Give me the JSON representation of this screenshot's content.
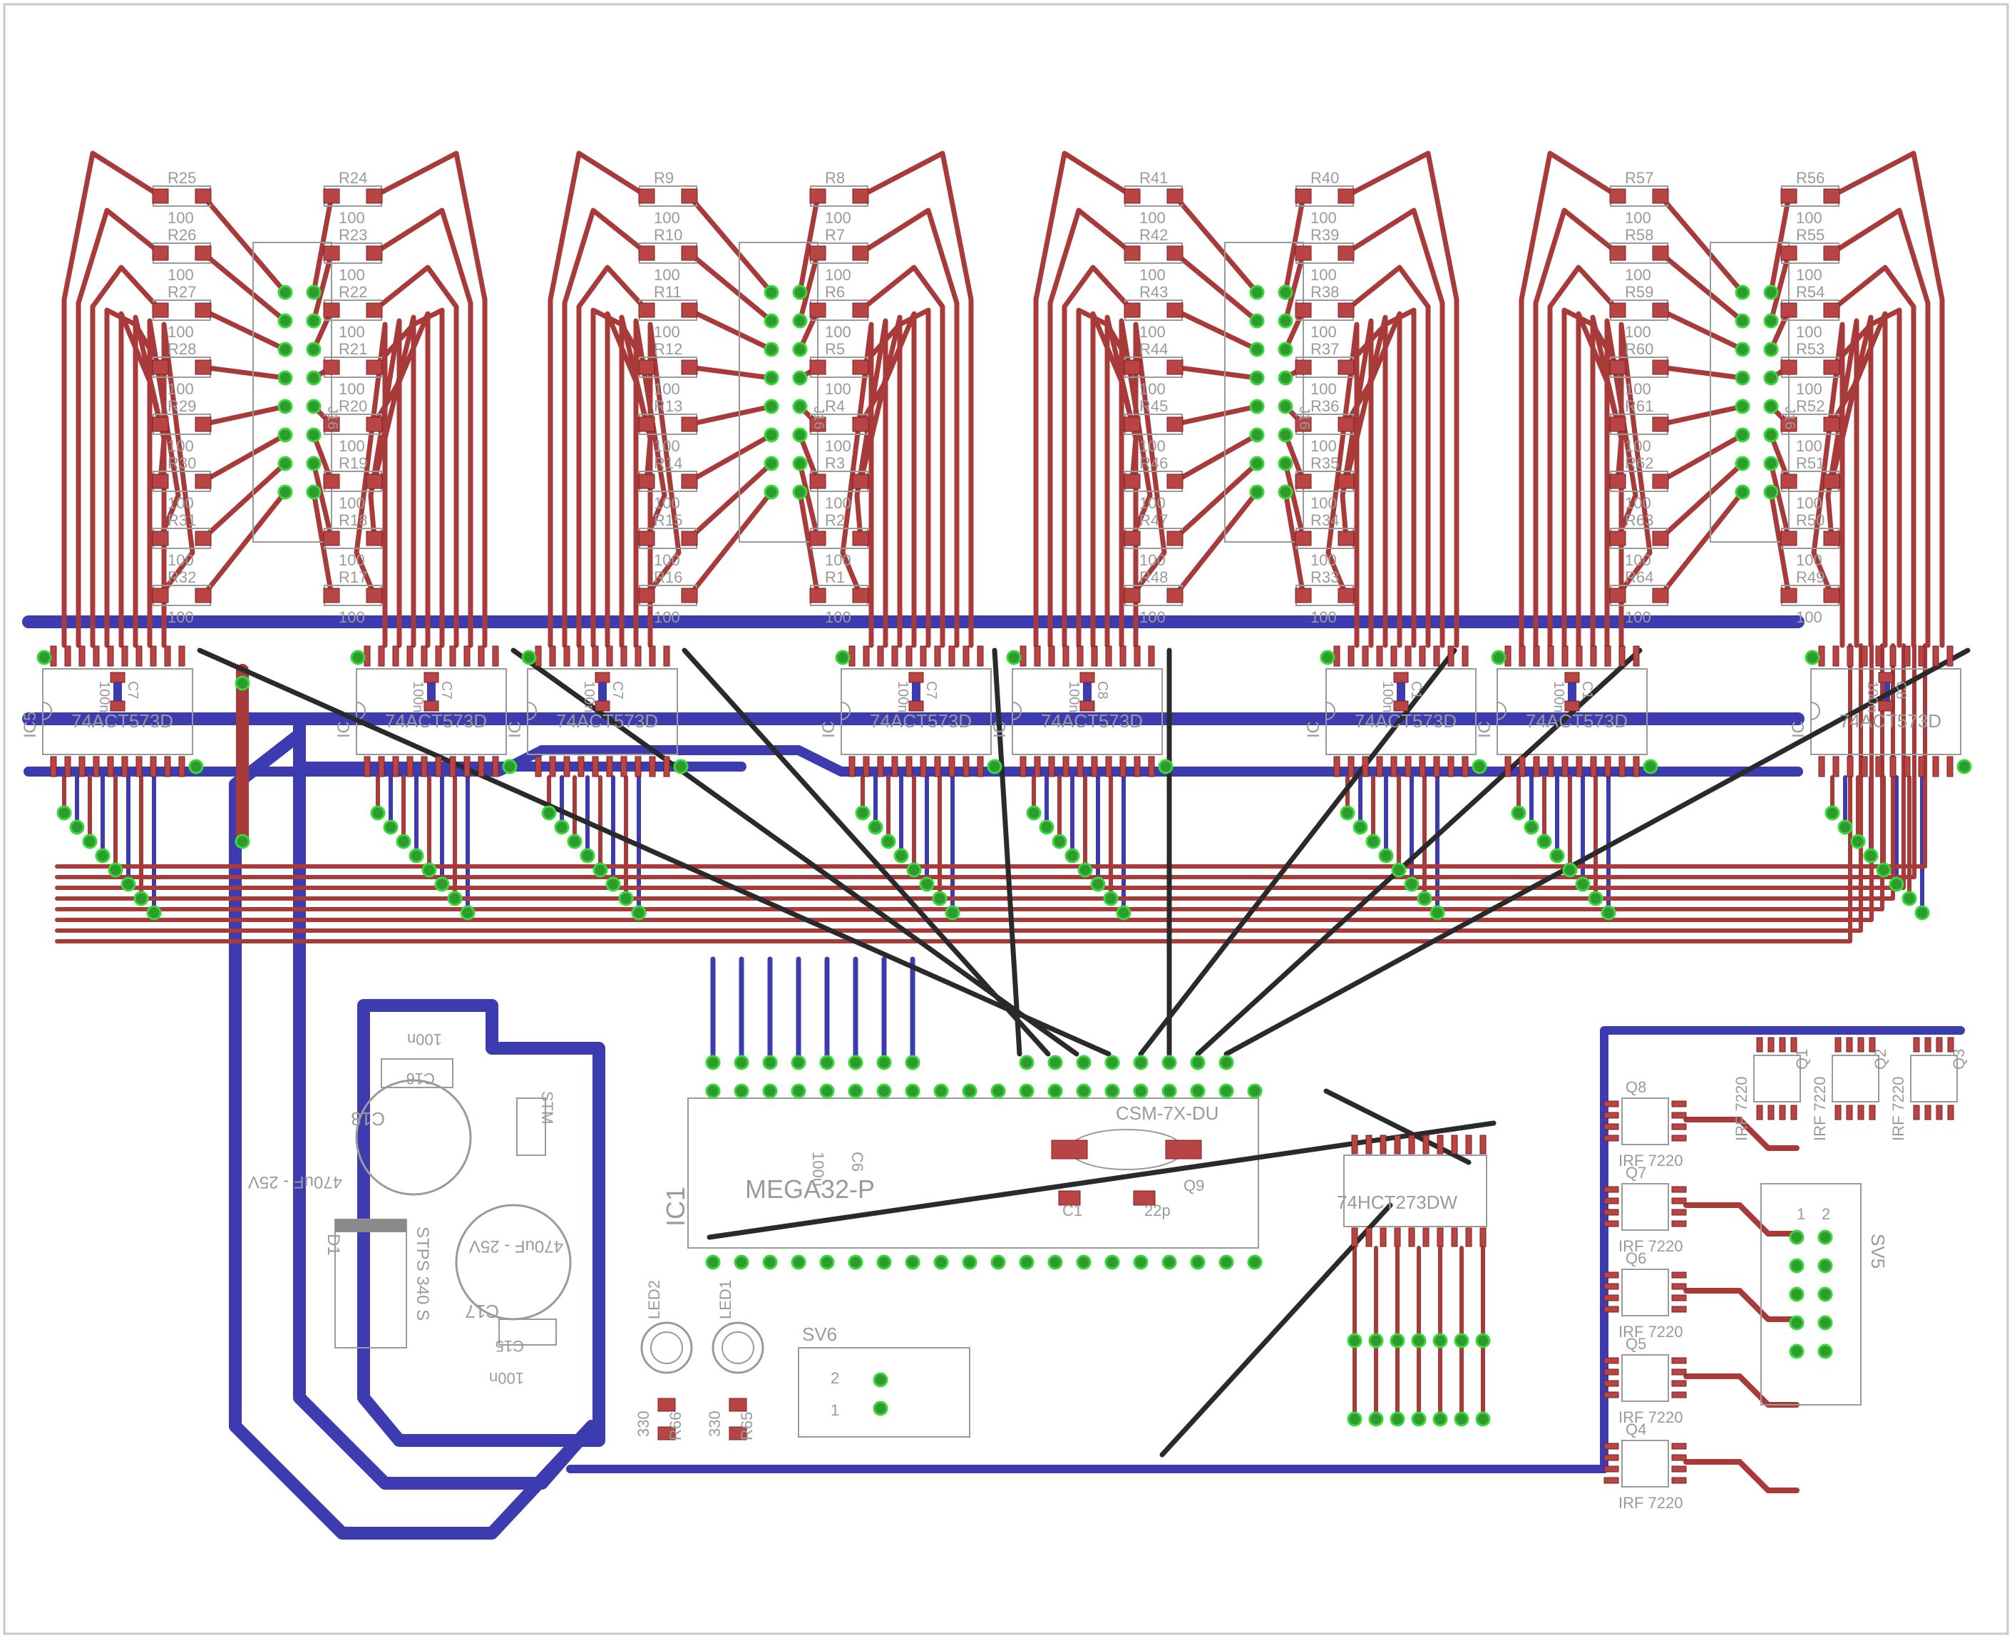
{
  "colors": {
    "background": "#ffffff",
    "outline": "#c8c8c8",
    "top_copper": "#a83a3a",
    "bottom_copper": "#3c3cb0",
    "airwire": "#2a2a2a",
    "pad": "#2f9a2f",
    "pad_ring": "#3ad83a",
    "silk": "#9a9a9a",
    "smd_pad": "#b84444"
  },
  "resistor_blocks": [
    {
      "left_refs": [
        "R25",
        "R26",
        "R27",
        "R28",
        "R29",
        "R30",
        "R31",
        "R32"
      ],
      "right_refs": [
        "R24",
        "R23",
        "R22",
        "R21",
        "R20",
        "R19",
        "R18",
        "R17"
      ],
      "socket": "J16"
    },
    {
      "left_refs": [
        "R9",
        "R10",
        "R11",
        "R12",
        "R13",
        "R14",
        "R15",
        "R16"
      ],
      "right_refs": [
        "R8",
        "R7",
        "R6",
        "R5",
        "R4",
        "R3",
        "R2",
        "R1"
      ],
      "socket": "J16"
    },
    {
      "left_refs": [
        "R41",
        "R42",
        "R43",
        "R44",
        "R45",
        "R46",
        "R47",
        "R48"
      ],
      "right_refs": [
        "R40",
        "R39",
        "R38",
        "R37",
        "R36",
        "R35",
        "R34",
        "R33"
      ],
      "socket": "J16"
    },
    {
      "left_refs": [
        "R57",
        "R58",
        "R59",
        "R60",
        "R61",
        "R62",
        "R63",
        "R64"
      ],
      "right_refs": [
        "R56",
        "R55",
        "R54",
        "R53",
        "R52",
        "R51",
        "R50",
        "R49"
      ],
      "socket": "J16"
    }
  ],
  "resistor_value": "100",
  "latches": [
    {
      "ref": "IC5",
      "part": "74ACT573D",
      "cap": "C7",
      "cap_value": "100n"
    },
    {
      "ref": "IC",
      "part": "74ACT573D",
      "cap": "C7",
      "cap_value": "100n"
    },
    {
      "ref": "IC",
      "part": "74ACT573D",
      "cap": "C7",
      "cap_value": "100n"
    },
    {
      "ref": "IC",
      "part": "74ACT573D",
      "cap": "C7",
      "cap_value": "100n"
    },
    {
      "ref": "IC",
      "part": "74ACT573D",
      "cap": "C8",
      "cap_value": "100n"
    },
    {
      "ref": "IC",
      "part": "74ACT573D",
      "cap": "C1",
      "cap_value": "100n"
    },
    {
      "ref": "IC",
      "part": "74ACT573D",
      "cap": "C1",
      "cap_value": "100n"
    },
    {
      "ref": "IC",
      "part": "74ACT573D",
      "cap": "C8",
      "cap_value": "100n"
    }
  ],
  "mcu": {
    "ref": "IC1",
    "part": "MEGA32-P",
    "module": "CSM-7X-DU",
    "crystal": "Q9",
    "crystal_caps": [
      "C1",
      "22p"
    ],
    "bulk_cap": "100u",
    "bulk_ref": "C6"
  },
  "driver": {
    "part": "74HCT273DW"
  },
  "power": {
    "diode": "D1",
    "diode_part": "STPS 340 S",
    "cap_big_1": {
      "ref": "C18",
      "value": "470uF - 25V"
    },
    "cap_big_2": {
      "ref": "C17",
      "value": "470uF - 25V"
    },
    "cap_small_1": {
      "ref": "C16",
      "value": "100n"
    },
    "cap_small_2": {
      "ref": "C15",
      "value": "100n"
    },
    "regulator": "STM"
  },
  "leds": [
    {
      "ref": "LED2",
      "res_ref": "R66",
      "res_value": "330"
    },
    {
      "ref": "LED1",
      "res_ref": "R65",
      "res_value": "330"
    }
  ],
  "connectors": [
    {
      "ref": "SV6",
      "pins": [
        "2",
        "1"
      ]
    },
    {
      "ref": "SV5",
      "pins": [
        "1",
        "2"
      ]
    }
  ],
  "mosfets_column": [
    {
      "ref": "Q8",
      "part": "IRF 7220"
    },
    {
      "ref": "Q7",
      "part": "IRF 7220"
    },
    {
      "ref": "Q6",
      "part": "IRF 7220"
    },
    {
      "ref": "Q5",
      "part": "IRF 7220"
    },
    {
      "ref": "Q4",
      "part": "IRF 7220"
    }
  ],
  "mosfets_row": [
    {
      "ref": "Q1",
      "part": "IRF 7220"
    },
    {
      "ref": "Q2",
      "part": "IRF 7220"
    },
    {
      "ref": "Q3",
      "part": "IRF 7220"
    }
  ]
}
